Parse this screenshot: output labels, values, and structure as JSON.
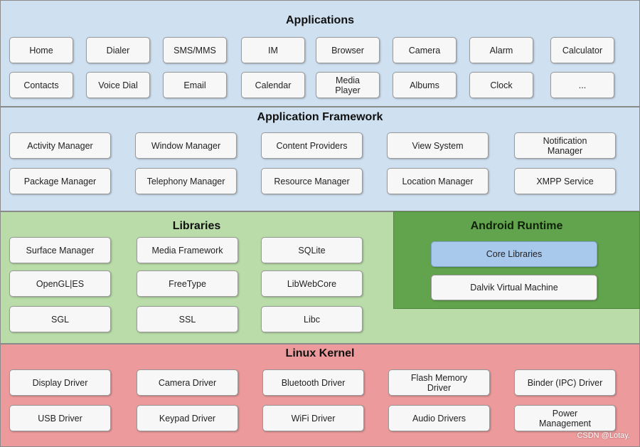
{
  "applications": {
    "title": "Applications",
    "row1": [
      "Home",
      "Dialer",
      "SMS/MMS",
      "IM",
      "Browser",
      "Camera",
      "Alarm",
      "Calculator"
    ],
    "row2": [
      "Contacts",
      "Voice Dial",
      "Email",
      "Calendar",
      "Media\nPlayer",
      "Albums",
      "Clock",
      "..."
    ]
  },
  "framework": {
    "title": "Application Framework",
    "row1": [
      "Activity Manager",
      "Window Manager",
      "Content Providers",
      "View System",
      "Notification\nManager"
    ],
    "row2": [
      "Package Manager",
      "Telephony Manager",
      "Resource Manager",
      "Location Manager",
      "XMPP Service"
    ]
  },
  "libraries": {
    "title": "Libraries",
    "items": [
      "Surface Manager",
      "Media Framework",
      "SQLite",
      "OpenGL|ES",
      "FreeType",
      "LibWebCore",
      "SGL",
      "SSL",
      "Libc"
    ]
  },
  "runtime": {
    "title": "Android Runtime",
    "items": [
      "Core Libraries",
      "Dalvik Virtual Machine"
    ]
  },
  "kernel": {
    "title": "Linux Kernel",
    "row1": [
      "Display Driver",
      "Camera Driver",
      "Bluetooth Driver",
      "Flash Memory\nDriver",
      "Binder (IPC) Driver"
    ],
    "row2": [
      "USB Driver",
      "Keypad Driver",
      "WiFi Driver",
      "Audio Drivers",
      "Power\nManagement"
    ]
  },
  "watermark": "CSDN @Lotay."
}
